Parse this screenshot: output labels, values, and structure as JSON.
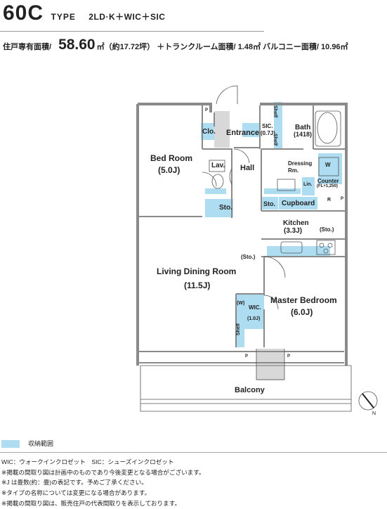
{
  "header": {
    "type_code": "60C",
    "type_word": "TYPE",
    "layout": "2LD·K＋WIC＋SIC",
    "area_label": "住戸専有面積/",
    "area_value": "58.60",
    "area_unit": "㎡",
    "area_tsubo": "（約17.72坪）",
    "extra_areas": "＋トランクルーム面積/ 1.48㎡  バルコニー面積/ 10.96㎡"
  },
  "rooms": {
    "clo": "Clo.",
    "entrance": "Entrance",
    "sic": "SIC.",
    "sic_size": "(0.7J)",
    "shelf_a": "Shelf",
    "shelf_b": "Shelf",
    "bath": "Bath",
    "bath_size": "(1418)",
    "bed_room": "Bed Room",
    "bed_room_size": "(5.0J)",
    "lav": "Lav.",
    "hall": "Hall",
    "dressing_1": "Dressing",
    "dressing_2": "Rm.",
    "w": "W",
    "counter": "Counter",
    "counter_size": "(FL+1,250)",
    "lin": "Lin.",
    "r": "R",
    "sto_left": "Sto.",
    "sto_mid": "Sto.",
    "cupboard": "Cupboard",
    "kitchen": "Kitchen",
    "kitchen_size": "(3.3J)",
    "sto_paren_right": "(Sto.)",
    "sto_paren_left": "(Sto.)",
    "ldr": "Living Dining Room",
    "ldr_size": "(11.5J)",
    "w_paren": "(W)",
    "wic": "WIC.",
    "wic_size": "(1.0J)",
    "shelf_wic": "Shelf",
    "master": "Master Bedroom",
    "master_size": "(6.0J)",
    "balcony": "Balcony",
    "p": "P"
  },
  "legend": {
    "storage": "収納範囲"
  },
  "notes": [
    "WIC：ウォークインクロゼット　SIC：シューズインクロゼット",
    "※掲載の間取り図は計画中のものであり今後変更となる場合がございます。",
    "※J は畳数(約：畳)の表記です。予めご了承ください。",
    "※タイプの名称については変更になる場合があります。",
    "※掲載の間取り図は、販売住戸の代表間取りを表示しております。"
  ],
  "compass": {
    "north": "N"
  },
  "colors": {
    "storage": "#aedcf0",
    "wall": "#8a8a8a",
    "floor_gray": "#d8d8d8",
    "text": "#222222"
  }
}
